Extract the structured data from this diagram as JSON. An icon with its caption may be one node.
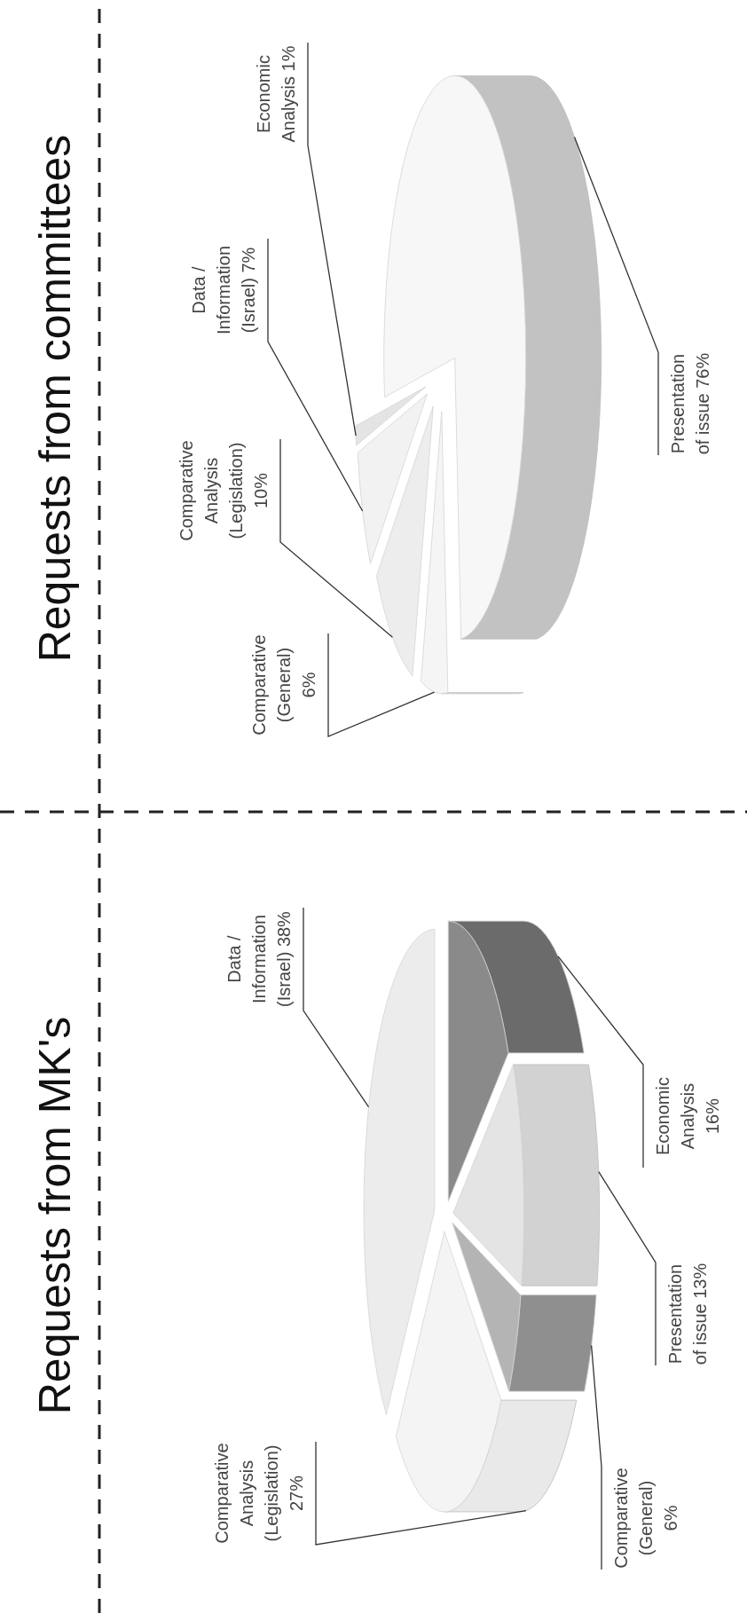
{
  "diagram": {
    "nodes": [
      {
        "text": [
          "Comparative Analysis (Legislation) 27%"
        ]
      },
      {
        "text": [],
        "shape": "slice"
      },
      {
        "text": [
          "Comparative (General) 6%"
        ]
      },
      {
        "text": [],
        "shape": "slice"
      },
      {
        "text": [
          "Presentation of issue 13%"
        ]
      },
      {
        "text": [],
        "shape": "slice"
      },
      {
        "text": [
          "Economic Analysis 16%"
        ]
      },
      {
        "text": [],
        "shape": "slice"
      },
      {
        "text": [
          "Data / Information (Israel) 38%"
        ]
      },
      {
        "text": [],
        "shape": "slice"
      },
      {
        "text": [
          "Comparative (General) 6%"
        ]
      },
      {
        "text": [],
        "shape": "slice"
      },
      {
        "text": [
          "Comparative Analysis (Legislation) 10%"
        ]
      },
      {
        "text": [],
        "shape": "slice"
      },
      {
        "text": [
          "Data / Information (Israel) 7%"
        ]
      },
      {
        "text": [],
        "shape": "slice"
      },
      {
        "text": [
          "Economic Analysis 1%"
        ]
      },
      {
        "text": [],
        "shape": "slice"
      },
      {
        "text": [
          "Presentation of issue 76%"
        ]
      },
      {
        "text": [],
        "shape": "slice"
      }
    ],
    "edges": [
      {
        "from": 0,
        "to": 1,
        "arrow": "none"
      },
      {
        "from": 2,
        "to": 3,
        "arrow": "none"
      },
      {
        "from": 4,
        "to": 5,
        "arrow": "none"
      },
      {
        "from": 6,
        "to": 7,
        "arrow": "none"
      },
      {
        "from": 8,
        "to": 9,
        "arrow": "none"
      },
      {
        "from": 10,
        "to": 11,
        "arrow": "none"
      },
      {
        "from": 12,
        "to": 13,
        "arrow": "none"
      },
      {
        "from": 14,
        "to": 15,
        "arrow": "none"
      },
      {
        "from": 16,
        "to": 17,
        "arrow": "none"
      },
      {
        "from": 18,
        "to": 19,
        "arrow": "none"
      }
    ],
    "labels": [
      "Requests from MK's",
      "Requests from committees"
    ]
  }
}
